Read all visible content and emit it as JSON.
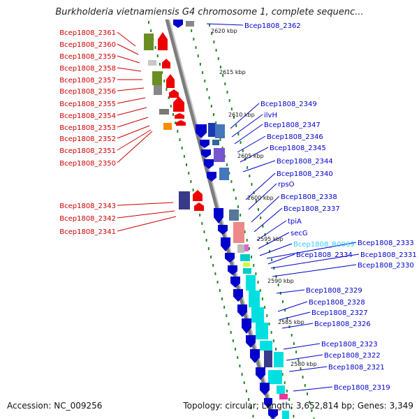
{
  "title": "Burkholderia vietnamiensis G4 chromosome 1, complete sequenc...",
  "footer": {
    "accession": "Accession: NC_009256",
    "summary": "Topology: circular; Length: 3,652,814 bp; Genes: 3,349"
  },
  "colors": {
    "left_label": "#cc0000",
    "right_label": "#0000cc",
    "rna_label": "#33ccff",
    "backbone": "#888888",
    "tick": "#228822"
  },
  "kbp_ticks": [
    "2620 kbp",
    "2615 kbp",
    "2610 kbp",
    "2605 kbp",
    "2600 kbp",
    "2595 kbp",
    "2590 kbp",
    "2585 kbp",
    "2580 kbp"
  ],
  "left_labels": [
    "Bcep1808_2361",
    "Bcep1808_2360",
    "Bcep1808_2359",
    "Bcep1808_2358",
    "Bcep1808_2357",
    "Bcep1808_2356",
    "Bcep1808_2355",
    "Bcep1808_2354",
    "Bcep1808_2353",
    "Bcep1808_2352",
    "Bcep1808_2351",
    "Bcep1808_2350",
    "Bcep1808_2343",
    "Bcep1808_2342",
    "Bcep1808_2341"
  ],
  "right_labels": [
    "Bcep1808_2362",
    "Bcep1808_2349",
    "ilvH",
    "Bcep1808_2347",
    "Bcep1808_2346",
    "Bcep1808_2345",
    "Bcep1808_2344",
    "Bcep1808_2340",
    "rpsO",
    "Bcep1808_2338",
    "Bcep1808_2337",
    "tpiA",
    "secG",
    "Bcep1808_R0069",
    "Bcep1808_2333",
    "Bcep1808_2334",
    "Bcep1808_2331",
    "Bcep1808_2330",
    "Bcep1808_2329",
    "Bcep1808_2328",
    "Bcep1808_2327",
    "Bcep1808_2326",
    "Bcep1808_2323",
    "Bcep1808_2322",
    "Bcep1808_2321",
    "Bcep1808_2319"
  ]
}
